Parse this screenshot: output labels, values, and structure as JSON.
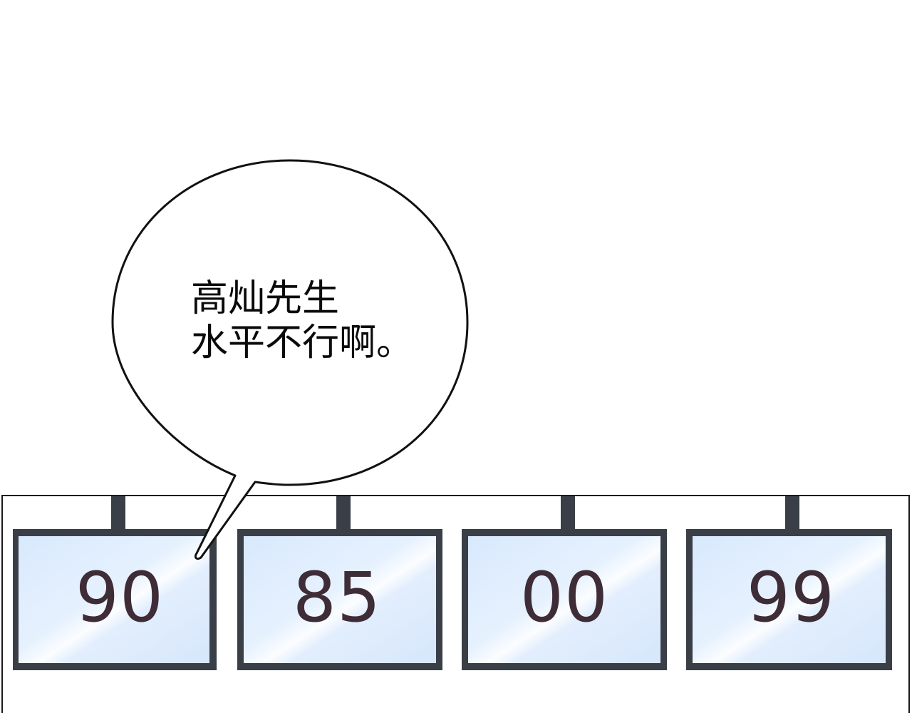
{
  "speech_bubble": {
    "line1": "高灿先生",
    "line2": "水平不行啊。"
  },
  "scoreboards": [
    {
      "score": "90"
    },
    {
      "score": "85"
    },
    {
      "score": "00"
    },
    {
      "score": "99"
    }
  ],
  "colors": {
    "background": "#ffffff",
    "board_frame": "#3a3f47",
    "board_screen_light": "#dcecff",
    "score_text": "#3e2c36",
    "outline": "#111111"
  }
}
